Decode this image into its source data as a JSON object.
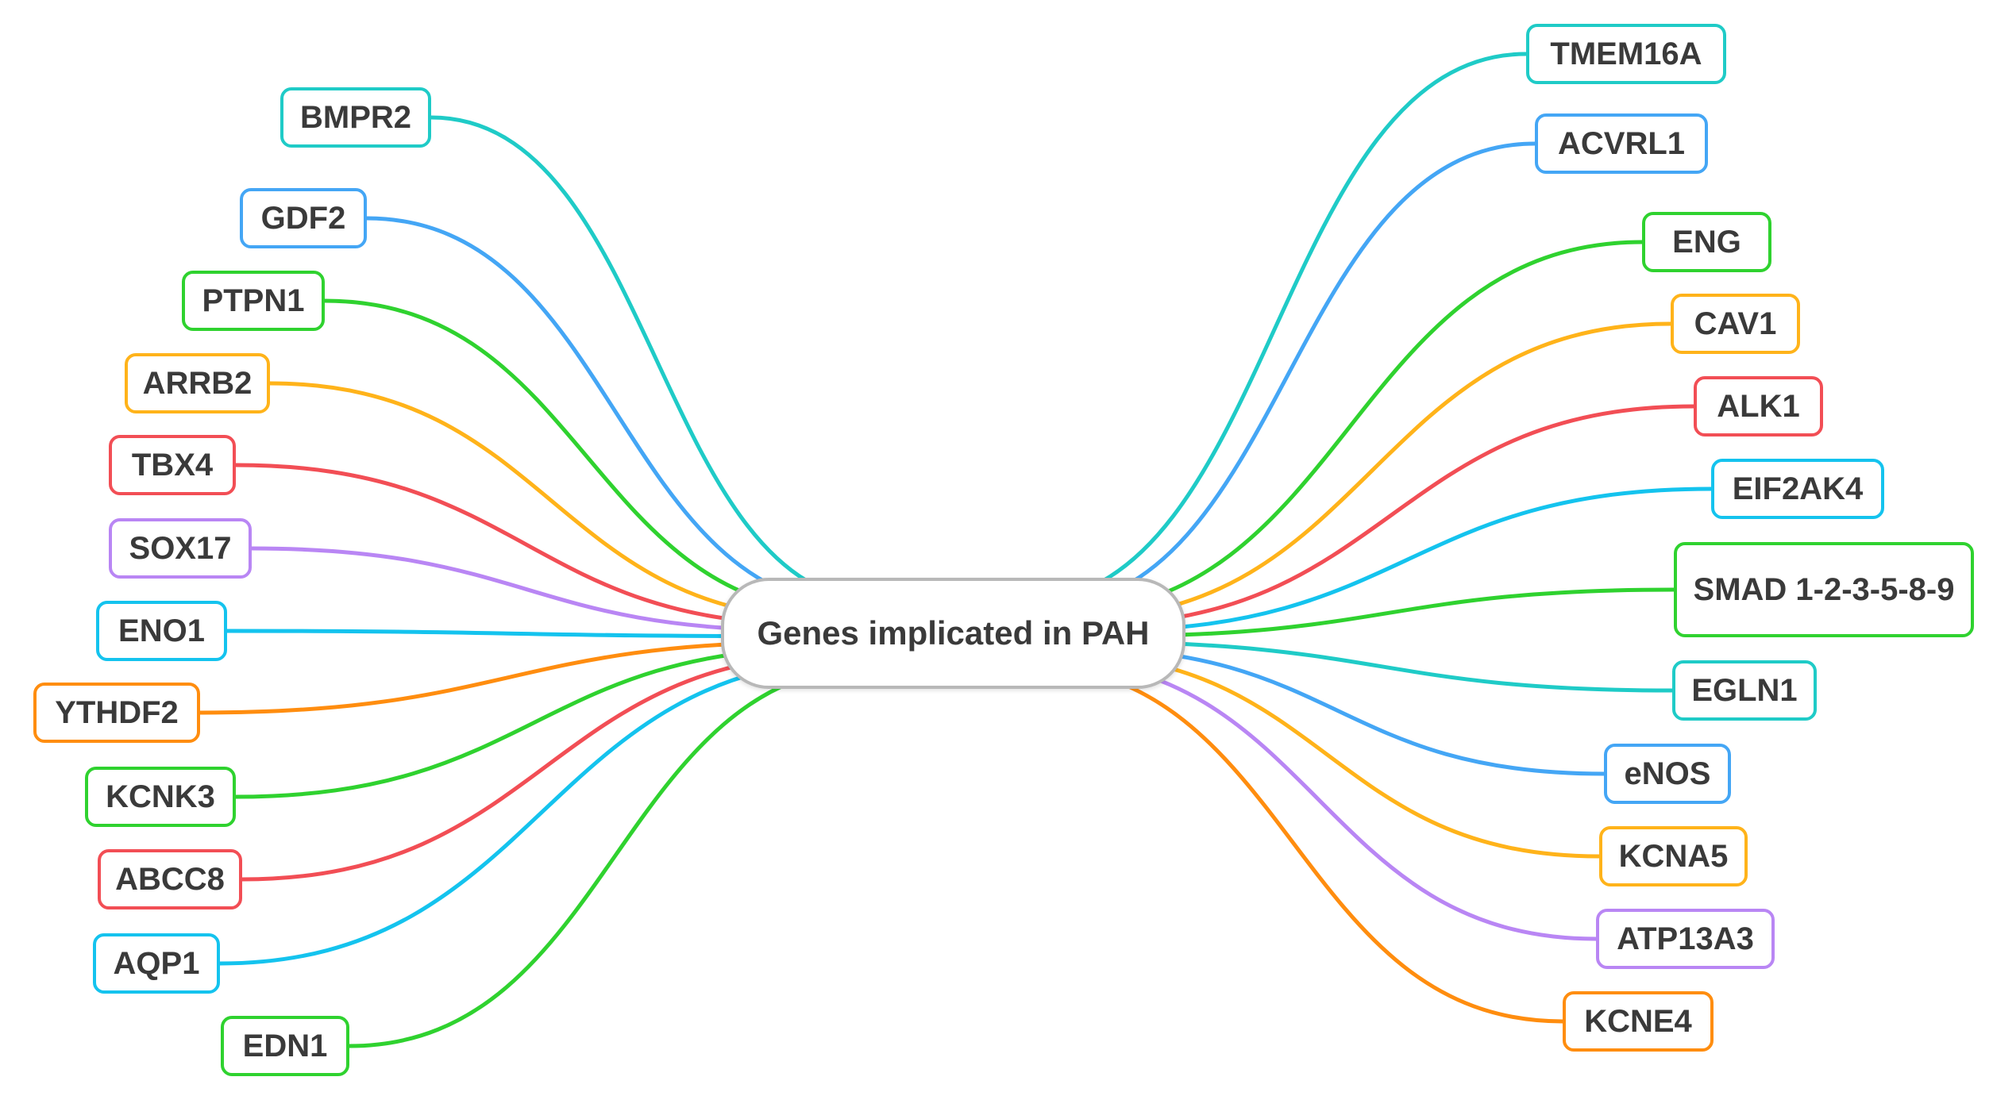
{
  "root": {
    "label": "Genes implicated in PAH"
  },
  "colors": {
    "teal": "#1fcbc7",
    "blue": "#44a6f5",
    "green": "#2fd22f",
    "yellow": "#ffb31a",
    "red": "#f24e55",
    "purple": "#b986f4",
    "cyan": "#14c3ee",
    "orange": "#ff8d0f"
  },
  "left_genes": [
    {
      "label": "BMPR2",
      "color": "teal"
    },
    {
      "label": "GDF2",
      "color": "blue"
    },
    {
      "label": "PTPN1",
      "color": "green"
    },
    {
      "label": "ARRB2",
      "color": "yellow"
    },
    {
      "label": "TBX4",
      "color": "red"
    },
    {
      "label": "SOX17",
      "color": "purple"
    },
    {
      "label": "ENO1",
      "color": "cyan"
    },
    {
      "label": "YTHDF2",
      "color": "orange"
    },
    {
      "label": "KCNK3",
      "color": "green"
    },
    {
      "label": "ABCC8",
      "color": "red"
    },
    {
      "label": "AQP1",
      "color": "cyan"
    },
    {
      "label": "EDN1",
      "color": "green"
    }
  ],
  "right_genes": [
    {
      "label": "TMEM16A",
      "color": "teal"
    },
    {
      "label": "ACVRL1",
      "color": "blue"
    },
    {
      "label": "ENG",
      "color": "green"
    },
    {
      "label": "CAV1",
      "color": "yellow"
    },
    {
      "label": "ALK1",
      "color": "red"
    },
    {
      "label": "EIF2AK4",
      "color": "cyan"
    },
    {
      "label": "SMAD 1-2-3-5-8-9",
      "color": "green"
    },
    {
      "label": "EGLN1",
      "color": "teal"
    },
    {
      "label": "eNOS",
      "color": "blue"
    },
    {
      "label": "KCNA5",
      "color": "yellow"
    },
    {
      "label": "ATP13A3",
      "color": "purple"
    },
    {
      "label": "KCNE4",
      "color": "orange"
    }
  ]
}
